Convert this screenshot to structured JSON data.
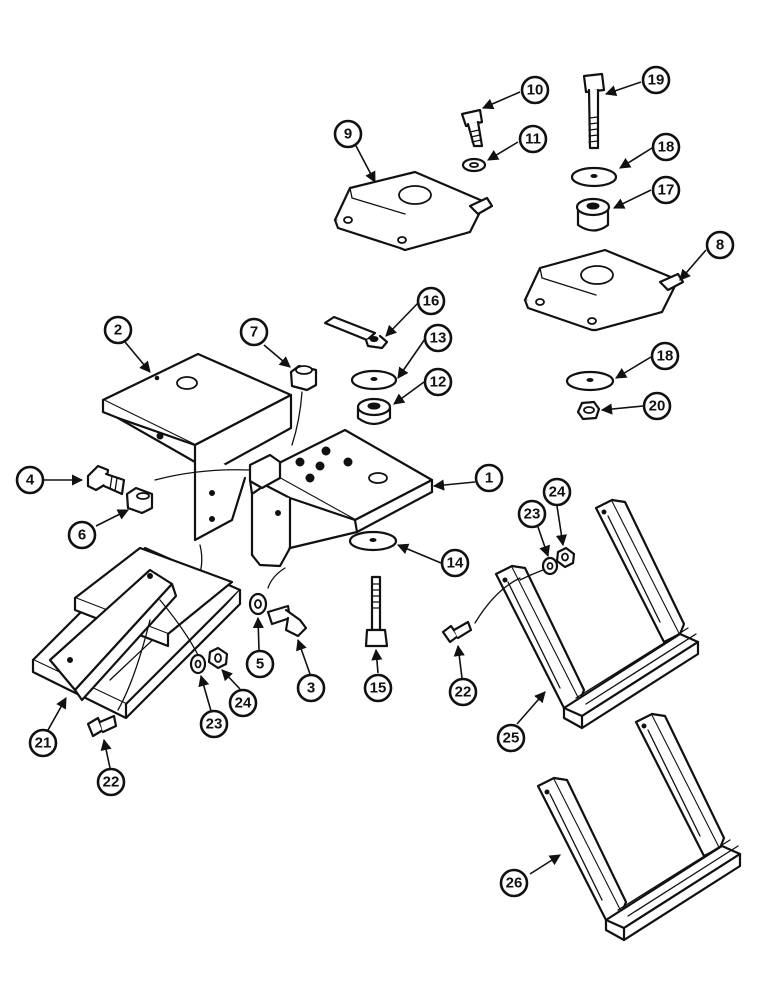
{
  "callouts": {
    "c1": "1",
    "c2": "2",
    "c3": "3",
    "c4": "4",
    "c5": "5",
    "c6": "6",
    "c7": "7",
    "c8": "8",
    "c9": "9",
    "c10": "10",
    "c11": "11",
    "c12": "12",
    "c13": "13",
    "c14": "14",
    "c15": "15",
    "c16": "16",
    "c17": "17",
    "c18a": "18",
    "c18b": "18",
    "c19": "19",
    "c20": "20",
    "c21": "21",
    "c22a": "22",
    "c22b": "22",
    "c23a": "23",
    "c23b": "23",
    "c24a": "24",
    "c24b": "24",
    "c25": "25",
    "c26": "26"
  }
}
